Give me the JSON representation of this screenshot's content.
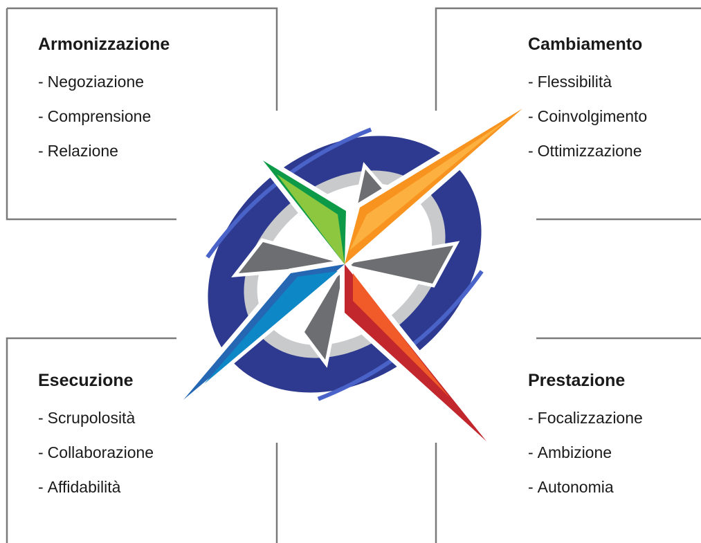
{
  "quadrants": {
    "top_left": {
      "title": "Armonizzazione",
      "items": [
        "Negoziazione",
        "Comprensione",
        "Relazione"
      ]
    },
    "top_right": {
      "title": "Cambiamento",
      "items": [
        "Flessibilità",
        "Coinvolgimento",
        "Ottimizzazione"
      ]
    },
    "bottom_left": {
      "title": "Esecuzione",
      "items": [
        "Scrupolosità",
        "Collaborazione",
        "Affidabilità"
      ]
    },
    "bottom_right": {
      "title": "Prestazione",
      "items": [
        "Focalizzazione",
        "Ambizione",
        "Autonomia"
      ]
    }
  },
  "list_marker": "-",
  "colors": {
    "frame_line": "#7a7a7a",
    "compass_ring": "#2e3a8f",
    "compass_ring_highlight": "#4a63c8",
    "compass_inner": "#c9cacc",
    "compass_center": "#ffffff",
    "gray_point": "#6d6e71",
    "needle_green": "#0d9a48",
    "needle_green_light": "#8dc63f",
    "needle_orange": "#f7931e",
    "needle_orange_light": "#fbb040",
    "needle_red": "#c1272d",
    "needle_red_light": "#f15a29",
    "needle_blue": "#2567b3",
    "needle_blue_light": "#0e87c6"
  }
}
